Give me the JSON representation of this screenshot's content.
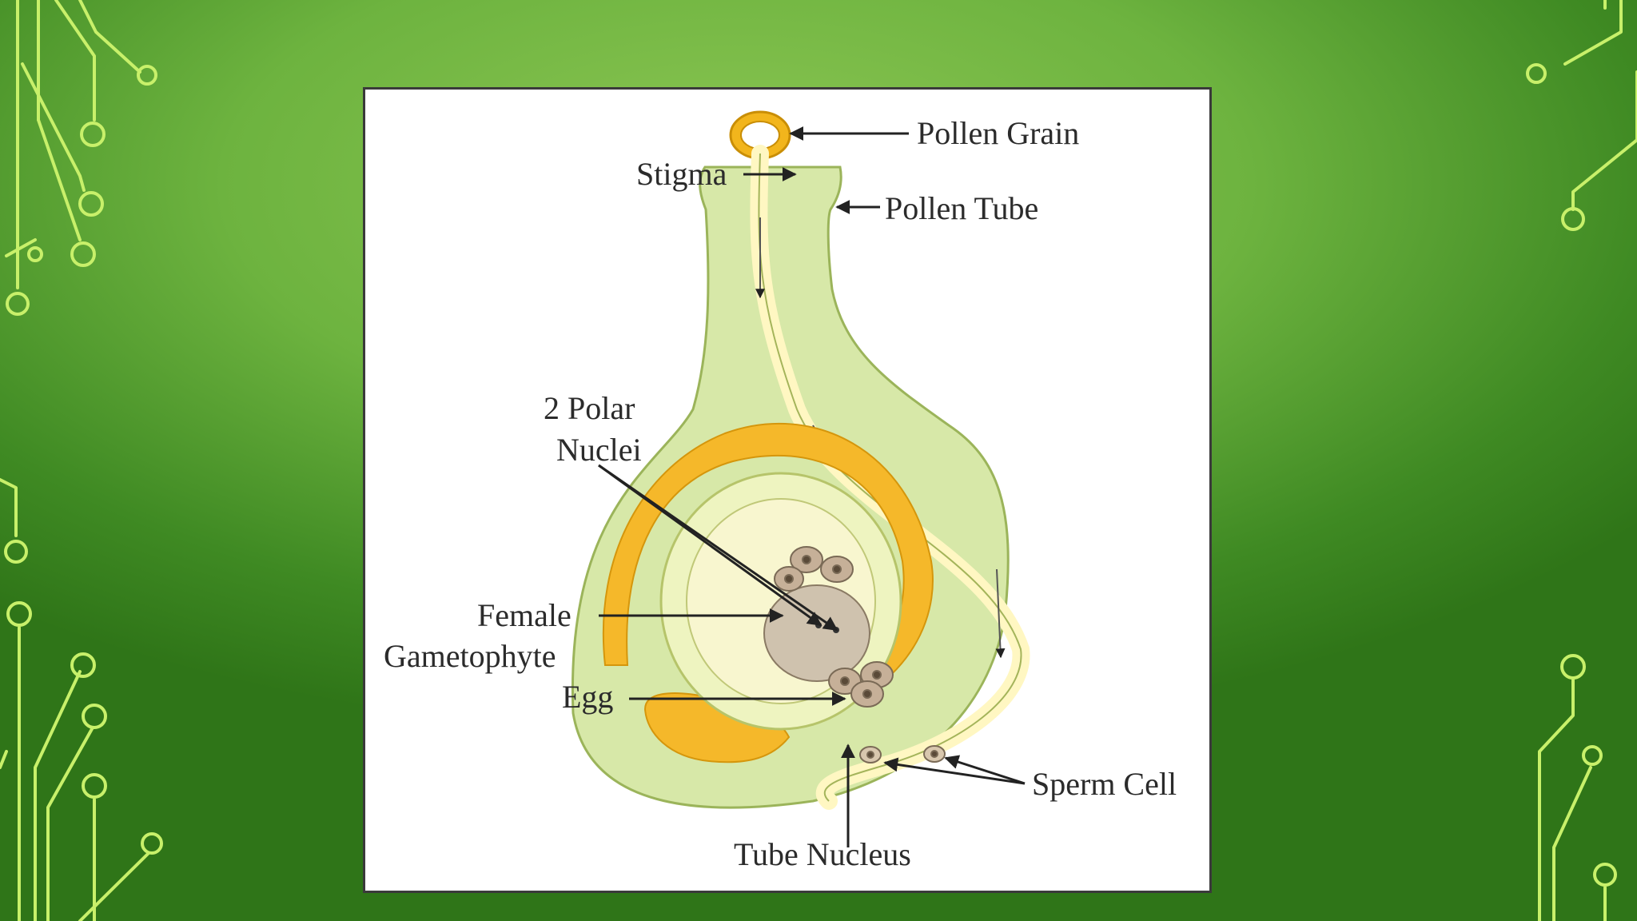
{
  "slide": {
    "accent_color": "#6db33f",
    "decoration": "circuit-lines"
  },
  "diagram": {
    "labels": {
      "pollen_grain": "Pollen Grain",
      "stigma": "Stigma",
      "pollen_tube": "Pollen Tube",
      "polar_nuclei_line1": "2 Polar",
      "polar_nuclei_line2": "Nuclei",
      "female_line1": "Female",
      "female_line2": "Gametophyte",
      "egg": "Egg",
      "sperm_cell": "Sperm Cell",
      "tube_nucleus": "Tube Nucleus"
    }
  }
}
